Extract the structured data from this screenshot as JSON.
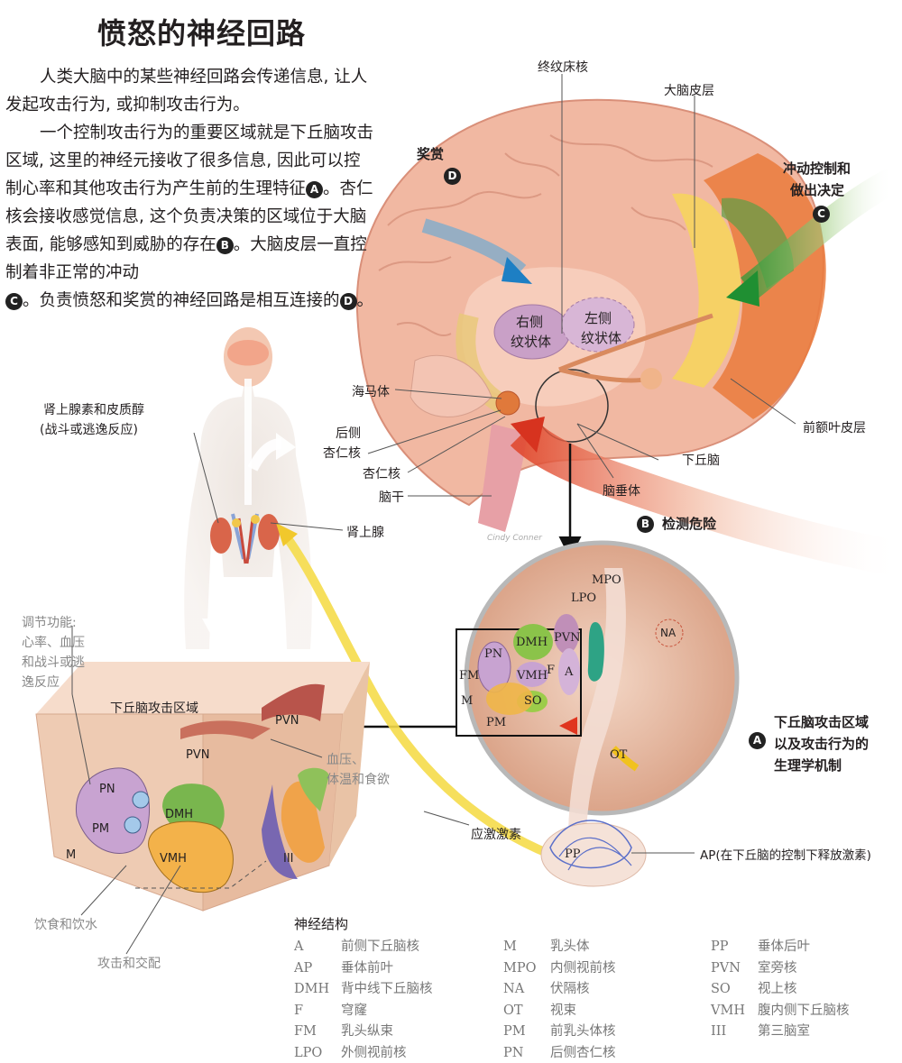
{
  "title": "愤怒的神经回路",
  "intro": {
    "p1": "人类大脑中的某些神经回路会传递信息, 让人发起攻击行为, 或抑制攻击行为。",
    "p2a": "一个控制攻击行为的重要区域就是下丘脑攻击区域, 这里的神经元接收了很多信息, 因此可以控制心率和其他攻击行为产生前的生理特征",
    "p2b": "。杏仁核会接收感觉信息, 这个负责决策的区域位于大脑表面, 能够感知到威胁的存在",
    "p2c": "。大脑皮层一直控制着非正常的冲动",
    "p2d": "。负责愤怒和奖赏的神经回路是相互连接的",
    "p2e": "。"
  },
  "markers": {
    "a": "A",
    "b": "B",
    "c": "C",
    "d": "D"
  },
  "brain_labels": {
    "bnst": "终纹床核",
    "cortex": "大脑皮层",
    "reward": "奖赏",
    "impulse1": "冲动控制和",
    "impulse2": "做出决定",
    "right_striatum1": "右侧",
    "right_striatum2": "纹状体",
    "left_striatum1": "左侧",
    "left_striatum2": "纹状体",
    "hippocampus": "海马体",
    "posterior_amygdala1": "后侧",
    "posterior_amygdala2": "杏仁核",
    "amygdala": "杏仁核",
    "brainstem": "脑干",
    "hypothalamus": "下丘脑",
    "pituitary": "脑垂体",
    "prefrontal": "前额叶皮层",
    "threat": "检测危险"
  },
  "body_labels": {
    "hormones1": "肾上腺素和皮质醇",
    "hormones2": "(战斗或逃逸反应)",
    "adrenal": "肾上腺",
    "regulation1": "调节功能:",
    "regulation2": "心率、血压",
    "regulation3": "和战斗或逃",
    "regulation4": "逸反应",
    "stress_hormone": "应激激素"
  },
  "cube_labels": {
    "title": "下丘脑攻击区域",
    "pvn_top": "PVN",
    "pvn": "PVN",
    "pn": "PN",
    "pm": "PM",
    "dmh": "DMH",
    "vmh": "VMH",
    "iii": "III",
    "m": "M",
    "bp1": "血压、",
    "bp2": "体温和食欲",
    "eat": "饮食和饮水",
    "attack": "攻击和交配"
  },
  "circle_labels": {
    "mpo": "MPO",
    "lpo": "LPO",
    "na": "NA",
    "dmh": "DMH",
    "pvn": "PVN",
    "pn": "PN",
    "fm": "FM",
    "vmh": "VMH",
    "f": "F",
    "a": "A",
    "so": "SO",
    "m": "M",
    "pm": "PM",
    "ot": "OT",
    "pp": "PP",
    "ap_note": "AP(在下丘脑的控制下释放激素)",
    "zone1": "下丘脑攻击区域",
    "zone2": "以及攻击行为的",
    "zone3": "生理学机制"
  },
  "signature": "Cindy Conner",
  "legend": {
    "heading": "神经结构",
    "col1": [
      {
        "abbr": "A",
        "name": "前侧下丘脑核"
      },
      {
        "abbr": "AP",
        "name": "垂体前叶"
      },
      {
        "abbr": "DMH",
        "name": "背中线下丘脑核"
      },
      {
        "abbr": "F",
        "name": "穹窿"
      },
      {
        "abbr": "FM",
        "name": "乳头纵束"
      },
      {
        "abbr": "LPO",
        "name": "外侧视前核"
      }
    ],
    "col2": [
      {
        "abbr": "M",
        "name": "乳头体"
      },
      {
        "abbr": "MPO",
        "name": "内侧视前核"
      },
      {
        "abbr": "NA",
        "name": "伏隔核"
      },
      {
        "abbr": "OT",
        "name": "视束"
      },
      {
        "abbr": "PM",
        "name": "前乳头体核"
      },
      {
        "abbr": "PN",
        "name": "后侧杏仁核"
      }
    ],
    "col3": [
      {
        "abbr": "PP",
        "name": "垂体后叶"
      },
      {
        "abbr": "PVN",
        "name": "室旁核"
      },
      {
        "abbr": "SO",
        "name": "视上核"
      },
      {
        "abbr": "VMH",
        "name": "腹内侧下丘脑核"
      },
      {
        "abbr": "III",
        "name": "第三脑室"
      }
    ]
  }
}
